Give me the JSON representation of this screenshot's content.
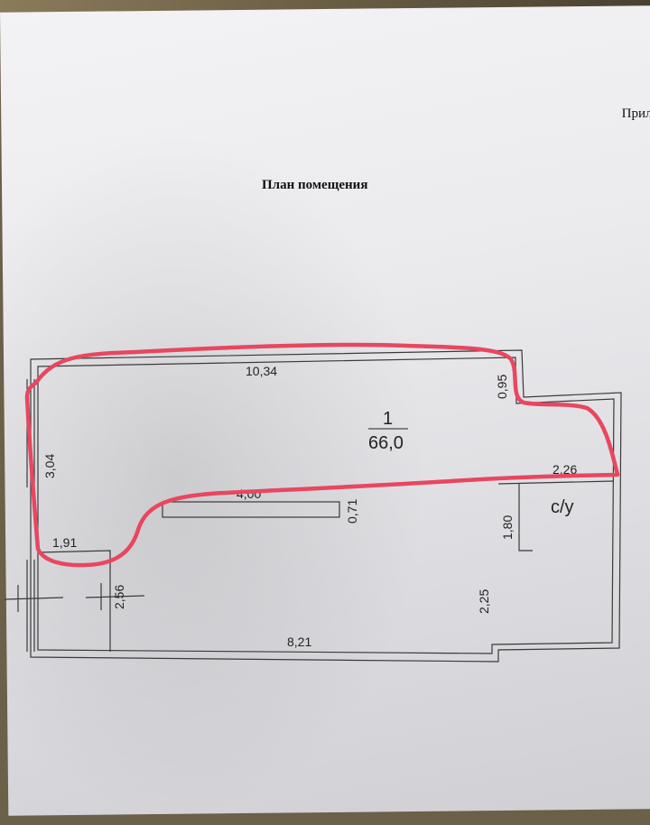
{
  "document": {
    "header_fragment": "Прилож",
    "title": "План помещения"
  },
  "plan": {
    "room_number": "1",
    "room_area": "66,0",
    "wc_label": "с/у",
    "dimensions": {
      "top_width": "10,34",
      "right_notch": "0,95",
      "left_height": "3,04",
      "inner_partition": "4,00",
      "partition_depth": "0,71",
      "wc_width": "2,26",
      "wc_height": "1,80",
      "lower_left_width": "1,91",
      "lower_left_height": "2,56",
      "right_lower_height": "2,25",
      "bottom_width": "8,21"
    },
    "highlight_color": "#e8475f",
    "line_color": "#3a3a3a"
  }
}
